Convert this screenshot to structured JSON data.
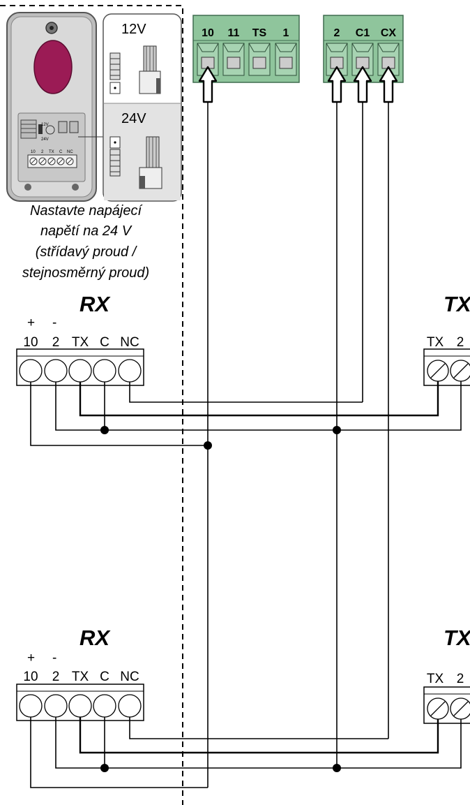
{
  "caption": {
    "line1": "Nastavte napájecí",
    "line2": "napětí na 24 V",
    "line3": "(střídavý proud /",
    "line4": "stejnosměrný proud)"
  },
  "voltage": {
    "v12": "12V",
    "v24": "24V"
  },
  "board_left_terminals": [
    "10",
    "11",
    "TS",
    "1"
  ],
  "board_right_terminals": [
    "2",
    "C1",
    "CX"
  ],
  "device_mini_labels": {
    "top": [
      "12V",
      "24V"
    ],
    "bottom": [
      "10",
      "2",
      "TX",
      "C",
      "NC"
    ]
  },
  "rx": {
    "title": "RX",
    "plus": "+",
    "minus": "-",
    "terminals": [
      "10",
      "2",
      "TX",
      "C",
      "NC"
    ]
  },
  "tx": {
    "title": "TX",
    "terminals": [
      "TX",
      "2"
    ]
  },
  "colors": {
    "terminal_green": "#8fc59c",
    "terminal_dark": "#4f7f5f",
    "device_body": "#d6d6d6",
    "button": "#9b1b55"
  }
}
